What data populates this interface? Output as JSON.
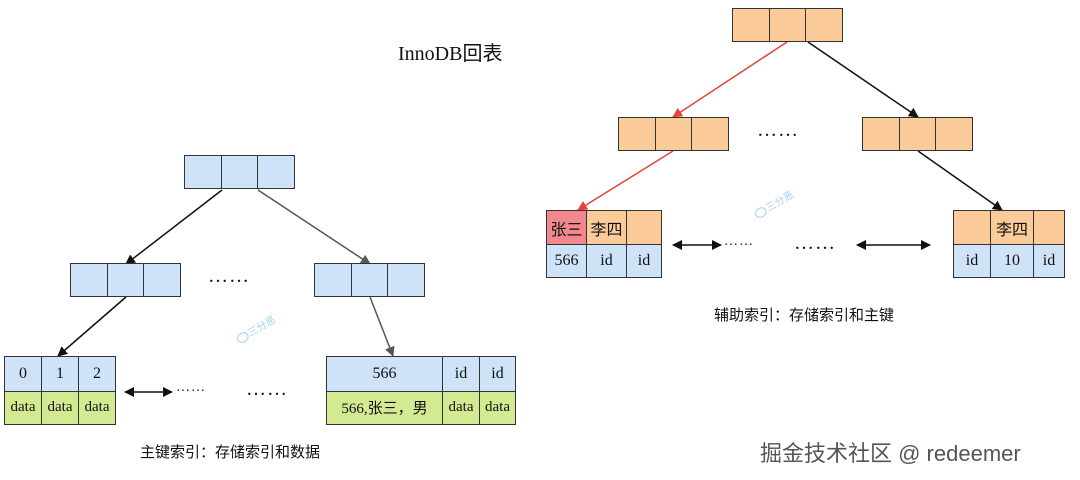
{
  "title": "InnoDB回表",
  "left": {
    "caption": "主键索引：存储索引和数据",
    "ellipsis_mid": "……",
    "ellipsis_small": "……",
    "ellipsis_right": "……",
    "leaf1": {
      "keys": [
        "0",
        "1",
        "2"
      ],
      "data": [
        "data",
        "data",
        "data"
      ]
    },
    "leaf2": {
      "keys": [
        "566",
        "id",
        "id"
      ],
      "data": [
        "566,张三，男",
        "data",
        "data"
      ]
    }
  },
  "right": {
    "caption": "辅助索引：存储索引和主键",
    "ellipsis_top": "……",
    "ellipsis_small": "……",
    "ellipsis_mid": "……",
    "leaf1": {
      "keys": [
        "张三",
        "李四",
        ""
      ],
      "ids": [
        "566",
        "id",
        "id"
      ]
    },
    "leaf2": {
      "keys": [
        "",
        "李四",
        ""
      ],
      "ids": [
        "id",
        "10",
        "id"
      ]
    }
  },
  "watermarks": [
    "三分恶",
    "三分恶"
  ],
  "credit": "掘金技术社区 @ redeemer",
  "colors": {
    "blue": "#cfe3f8",
    "orange": "#fbcc9a",
    "green": "#d3ea92",
    "red_cell": "#f2888d",
    "red_arrow": "#e8403a",
    "watermark": "#9fd3ea"
  }
}
